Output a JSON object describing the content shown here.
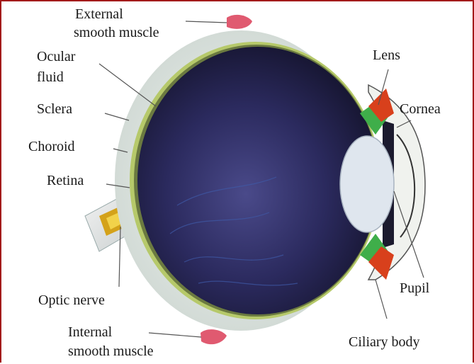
{
  "labels": {
    "external_muscle_1": "External",
    "external_muscle_2": "smooth muscle",
    "ocular_fluid_1": "Ocular",
    "ocular_fluid_2": "fluid",
    "sclera": "Sclera",
    "choroid": "Choroid",
    "retina": "Retina",
    "optic_nerve": "Optic nerve",
    "internal_muscle_1": "Internal",
    "internal_muscle_2": "smooth muscle",
    "lens": "Lens",
    "cornea": "Cornea",
    "pupil": "Pupil",
    "ciliary_body": "Ciliary body"
  },
  "colors": {
    "frame_border": "#a31a1a",
    "eyeball_interior": "#2a2650",
    "sclera": "#e8eee8",
    "choroid": "#b6c96a",
    "muscle": "#e05a70",
    "ciliary": "#d8401c",
    "ciliary_green": "#3fae4a",
    "lens": "#dfe6ee",
    "optic_nerve": "#d4a21a"
  }
}
